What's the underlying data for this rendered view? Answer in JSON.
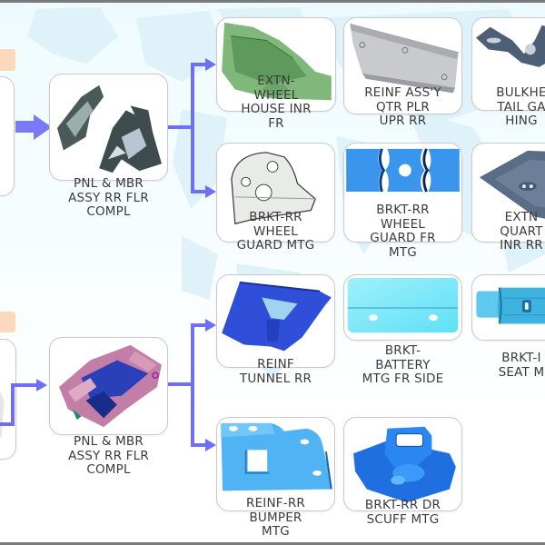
{
  "diagram": {
    "title": "Rear floor assembly part breakdown",
    "accent_color": "#6f6ff5",
    "badge_color": "#fcd9bd",
    "groups": [
      {
        "id": "upper",
        "source_thumbnail": "vehicle-rear-highlight",
        "assembly": {
          "label": "PNL & MBR\nASSY RR FLR\nCOMPL",
          "thumbnail": "rear-floor-side-members"
        },
        "parts": [
          {
            "label": "EXTN-\nWHEEL\nHOUSE INR\nFR",
            "thumbnail": "green-wheelhouse-extension"
          },
          {
            "label": "REINF ASS'Y\nQTR PLR\nUPR RR",
            "thumbnail": "grey-pillar-reinforcement"
          },
          {
            "label": "BULKHE\nTAIL GA\nHING",
            "thumbnail": "dark-bulkhead-bracket"
          },
          {
            "label": "BRKT-RR\nWHEEL\nGUARD MTG",
            "thumbnail": "white-wheel-guard-bracket"
          },
          {
            "label": "BRKT-RR\nWHEEL\nGUARD FR\nMTG",
            "thumbnail": "blue-wheel-guard-bracket"
          },
          {
            "label": "EXTN\nQUART\nINR RR",
            "thumbnail": "dark-quarter-extension"
          }
        ]
      },
      {
        "id": "lower",
        "source_thumbnail": "vehicle-rear-side",
        "assembly": {
          "label": "PNL & MBR\nASSY RR FLR\nCOMPL",
          "thumbnail": "rear-floor-panel-colored"
        },
        "parts": [
          {
            "label": "REINF\nTUNNEL RR",
            "thumbnail": "blue-tunnel-reinforcement"
          },
          {
            "label": "BRKT-\nBATTERY\nMTG FR SIDE",
            "thumbnail": "cyan-battery-bracket"
          },
          {
            "label": "BRKT-I\nSEAT M",
            "thumbnail": "cyan-seat-bracket"
          },
          {
            "label": "REINF-RR\nBUMPER\nMTG",
            "thumbnail": "lightblue-bumper-reinforcement"
          },
          {
            "label": "BRKT-RR DR\nSCUFF MTG",
            "thumbnail": "blue-scuff-bracket"
          }
        ]
      }
    ]
  }
}
